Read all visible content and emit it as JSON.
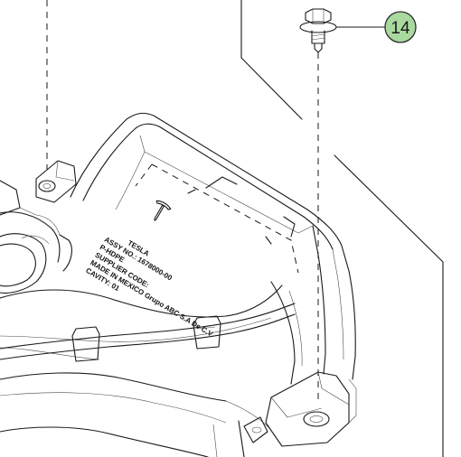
{
  "callout": {
    "number": "14",
    "fill": "#a9d99f",
    "stroke": "#2b2b2b"
  },
  "label": {
    "brand": "TESLA",
    "lines": [
      "ASSY NO.: 1678000-00",
      "P-HDPE",
      "SUPPLIER CODE:",
      "MADE IN MEXICO Grupo ABC S.A De C.V.",
      "CAVITY: 01"
    ]
  },
  "icons": {
    "logo": "tesla-logo-icon",
    "fastener": "flange-bolt-icon"
  }
}
